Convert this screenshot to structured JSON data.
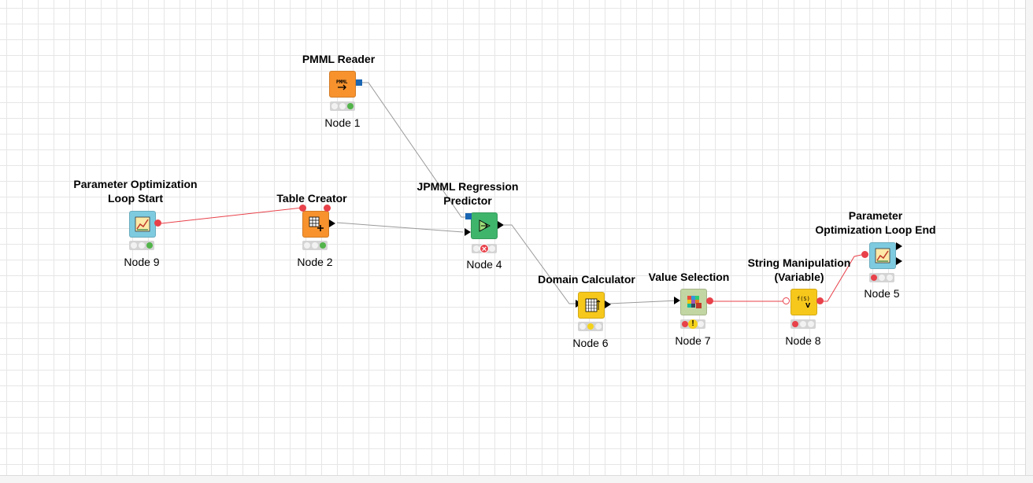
{
  "nodes": {
    "pmml_reader": {
      "title": "PMML Reader",
      "label": "Node 1",
      "color": "#f7922d"
    },
    "table_creator": {
      "title": "Table Creator",
      "label": "Node 2",
      "color": "#f7922d"
    },
    "jpmml_predictor": {
      "title_line1": "JPMML Regression",
      "title_line2": "Predictor",
      "label": "Node 4",
      "color": "#3fb56b"
    },
    "param_loop_start": {
      "title_line1": "Parameter Optimization",
      "title_line2": "Loop Start",
      "label": "Node 9",
      "color": "#7ecbe0"
    },
    "domain_calculator": {
      "title": "Domain Calculator",
      "label": "Node 6",
      "color": "#f7c81c"
    },
    "value_selection": {
      "title": "Value Selection",
      "label": "Node 7",
      "color": "#c2d6a3"
    },
    "string_manipulation": {
      "title_line1": "String Manipulation",
      "title_line2": "(Variable)",
      "label": "Node 8",
      "color": "#f7c81c"
    },
    "param_loop_end": {
      "title_line1": "Parameter",
      "title_line2": "Optimization Loop End",
      "label": "Node 5",
      "color": "#7ecbe0"
    }
  },
  "icons": {
    "pmml_reader": "pmml-file-icon",
    "table_creator": "table-plus-icon",
    "jpmml_predictor": "predictor-arrow-icon",
    "param_loop_start": "loop-chart-icon",
    "domain_calculator": "table-calculator-icon",
    "value_selection": "grid-select-icon",
    "string_manipulation": "string-function-icon",
    "param_loop_end": "loop-chart-icon"
  },
  "icon_text": {
    "pmml": "PMML",
    "string_fn_main": "f(S)",
    "string_fn_sub": "V"
  },
  "status": {
    "node1": [
      "off",
      "off",
      "green"
    ],
    "node2": [
      "off",
      "off",
      "green"
    ],
    "node4": "error",
    "node9": [
      "off",
      "off",
      "green"
    ],
    "node6": [
      "off",
      "yellow",
      "off"
    ],
    "node7": [
      "red",
      "warning",
      "off"
    ],
    "node8": [
      "red",
      "off",
      "off"
    ],
    "node5": [
      "red",
      "off",
      "off"
    ]
  },
  "colors": {
    "data_connection": "#9a9a9a",
    "variable_connection": "#e8414a",
    "pmml_port": "#1a66b3"
  }
}
